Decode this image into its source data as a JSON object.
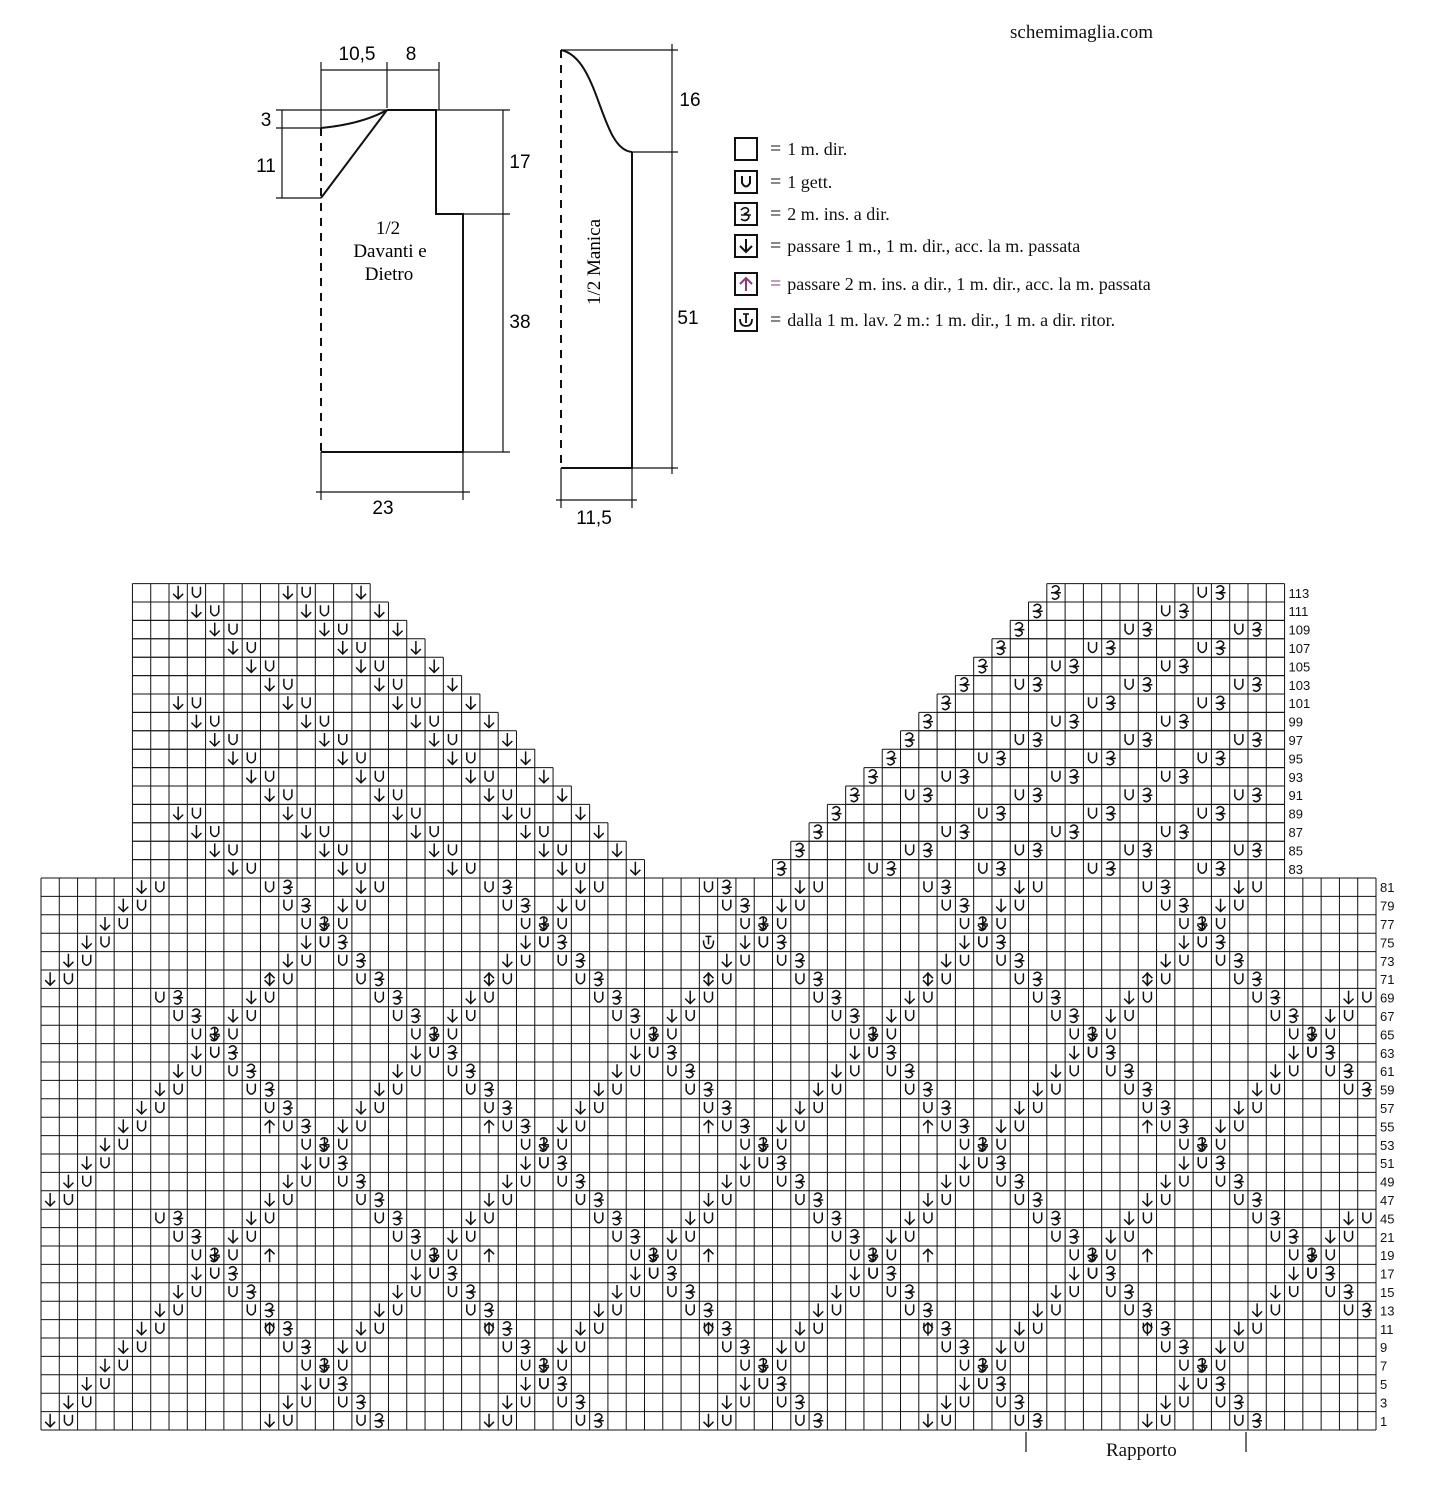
{
  "site": "schemimaglia.com",
  "schematic_body": {
    "label_lines": [
      "1/2",
      "Davanti e",
      "Dietro"
    ],
    "dims": {
      "neck_width": "10,5",
      "shoulder": "8",
      "neck_drop_small": "3",
      "neck_drop": "11",
      "armhole": "17",
      "side": "38",
      "width": "23"
    }
  },
  "schematic_sleeve": {
    "label": "1/2 Manica",
    "dims": {
      "cap": "16",
      "length": "51",
      "width": "11,5"
    }
  },
  "legend": [
    {
      "symbol": "empty",
      "text": "1 m. dir."
    },
    {
      "symbol": "yo",
      "text": "1 gett."
    },
    {
      "symbol": "k2tog",
      "text": "2 m. ins. a dir."
    },
    {
      "symbol": "ssk",
      "text": "passare 1 m., 1 m. dir., acc. la m. passata"
    },
    {
      "symbol": "sk2p",
      "text": "passare 2 m. ins. a dir., 1 m. dir., acc. la m. passata"
    },
    {
      "symbol": "inc",
      "text": "dalla 1 m. lav. 2 m.: 1 m. dir., 1 m. a dir. ritor."
    }
  ],
  "chart_data": {
    "type": "knitting-chart",
    "symbols": [
      "empty",
      "yo",
      "k2tog",
      "ssk",
      "sk2p",
      "inc"
    ],
    "lower_section": {
      "rows_shown": [
        1,
        3,
        5,
        7,
        9,
        11,
        13,
        15,
        17,
        19,
        21,
        45,
        47,
        49,
        51,
        53,
        55,
        57,
        59,
        61,
        63,
        65,
        67,
        69,
        71,
        73,
        75,
        77,
        79,
        81
      ],
      "columns": 73
    },
    "upper_section": {
      "rows_shown": [
        83,
        85,
        87,
        89,
        91,
        93,
        95,
        97,
        99,
        101,
        103,
        105,
        107,
        109,
        111,
        113
      ]
    },
    "repeat_label": "Rapporto"
  }
}
